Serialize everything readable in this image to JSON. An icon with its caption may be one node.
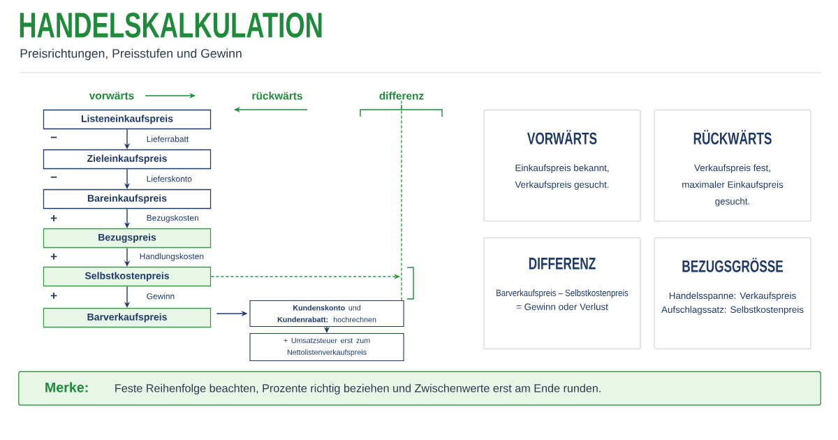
{
  "diagram": {
    "title": "HANDELSKALKULATION",
    "nodes": [
      {
        "text": [
          "Listeneinkaufspreis"
        ]
      },
      {
        "text": [
          "Zieleinkaufspreis"
        ]
      },
      {
        "text": [
          "Bareinkaufspreis"
        ]
      },
      {
        "text": [
          "Bezugspreis"
        ]
      },
      {
        "text": [
          "Selbstkostenpreis"
        ]
      },
      {
        "text": [
          "Barverkaufspreis"
        ]
      },
      {
        "text": [
          "**Kundenskonto** und **Kundenrabatt:** hochrechnen"
        ]
      },
      {
        "text": [
          "+ Umsatzsteuer erst zum Nettolistenverkaufspreis"
        ]
      },
      {
        "text": [
          "VORWÄRTS",
          "Einkaufspreis bekannt, Verkaufspreis gesucht."
        ]
      },
      {
        "text": [
          "RÜCKWÄRTS",
          "Verkaufspreis fest, maximaler Einkaufspreis gesucht."
        ]
      },
      {
        "text": [
          "DIFFERENZ",
          "Barverkaufspreis – Selbstkostenpreis",
          "= Gewinn oder Verlust"
        ]
      },
      {
        "text": [
          "BEZUGSGRÖSSE",
          "Handelsspanne: Verkaufspreis",
          "Aufschlagssatz: Selbstkostenpreis"
        ]
      },
      {
        "text": [
          "Merke:",
          "Feste Reihenfolge beachten, Prozente richtig beziehen und Zwischenwerte erst am Ende runden."
        ]
      },
      {
        "text": [
          "differenz"
        ]
      }
    ],
    "edges": [
      {
        "from": 0,
        "to": 1,
        "arrow": "to",
        "label": "Lieferrabatt"
      },
      {
        "from": 1,
        "to": 2,
        "arrow": "to",
        "label": "Lieferskonto"
      },
      {
        "from": 2,
        "to": 3,
        "arrow": "to",
        "label": "Bezugskosten"
      },
      {
        "from": 3,
        "to": 4,
        "arrow": "to",
        "label": "Handlungskosten"
      },
      {
        "from": 4,
        "to": 5,
        "arrow": "to",
        "label": "Gewinn"
      },
      {
        "from": 5,
        "to": 6,
        "arrow": "to"
      },
      {
        "from": 6,
        "to": 7,
        "arrow": "to"
      },
      {
        "from": 4,
        "to": null,
        "arrow": "to",
        "style": "dashed",
        "color": "#2e9a45"
      },
      {
        "from": 13,
        "to": 6,
        "arrow": "none",
        "style": "dashed",
        "color": "#2e9a45"
      }
    ],
    "labels": [
      "Preisrichtungen, Preisstufen und Gewinn",
      "vorwärts",
      "rückwärts",
      "−",
      "−",
      "+",
      "+",
      "+"
    ]
  }
}
